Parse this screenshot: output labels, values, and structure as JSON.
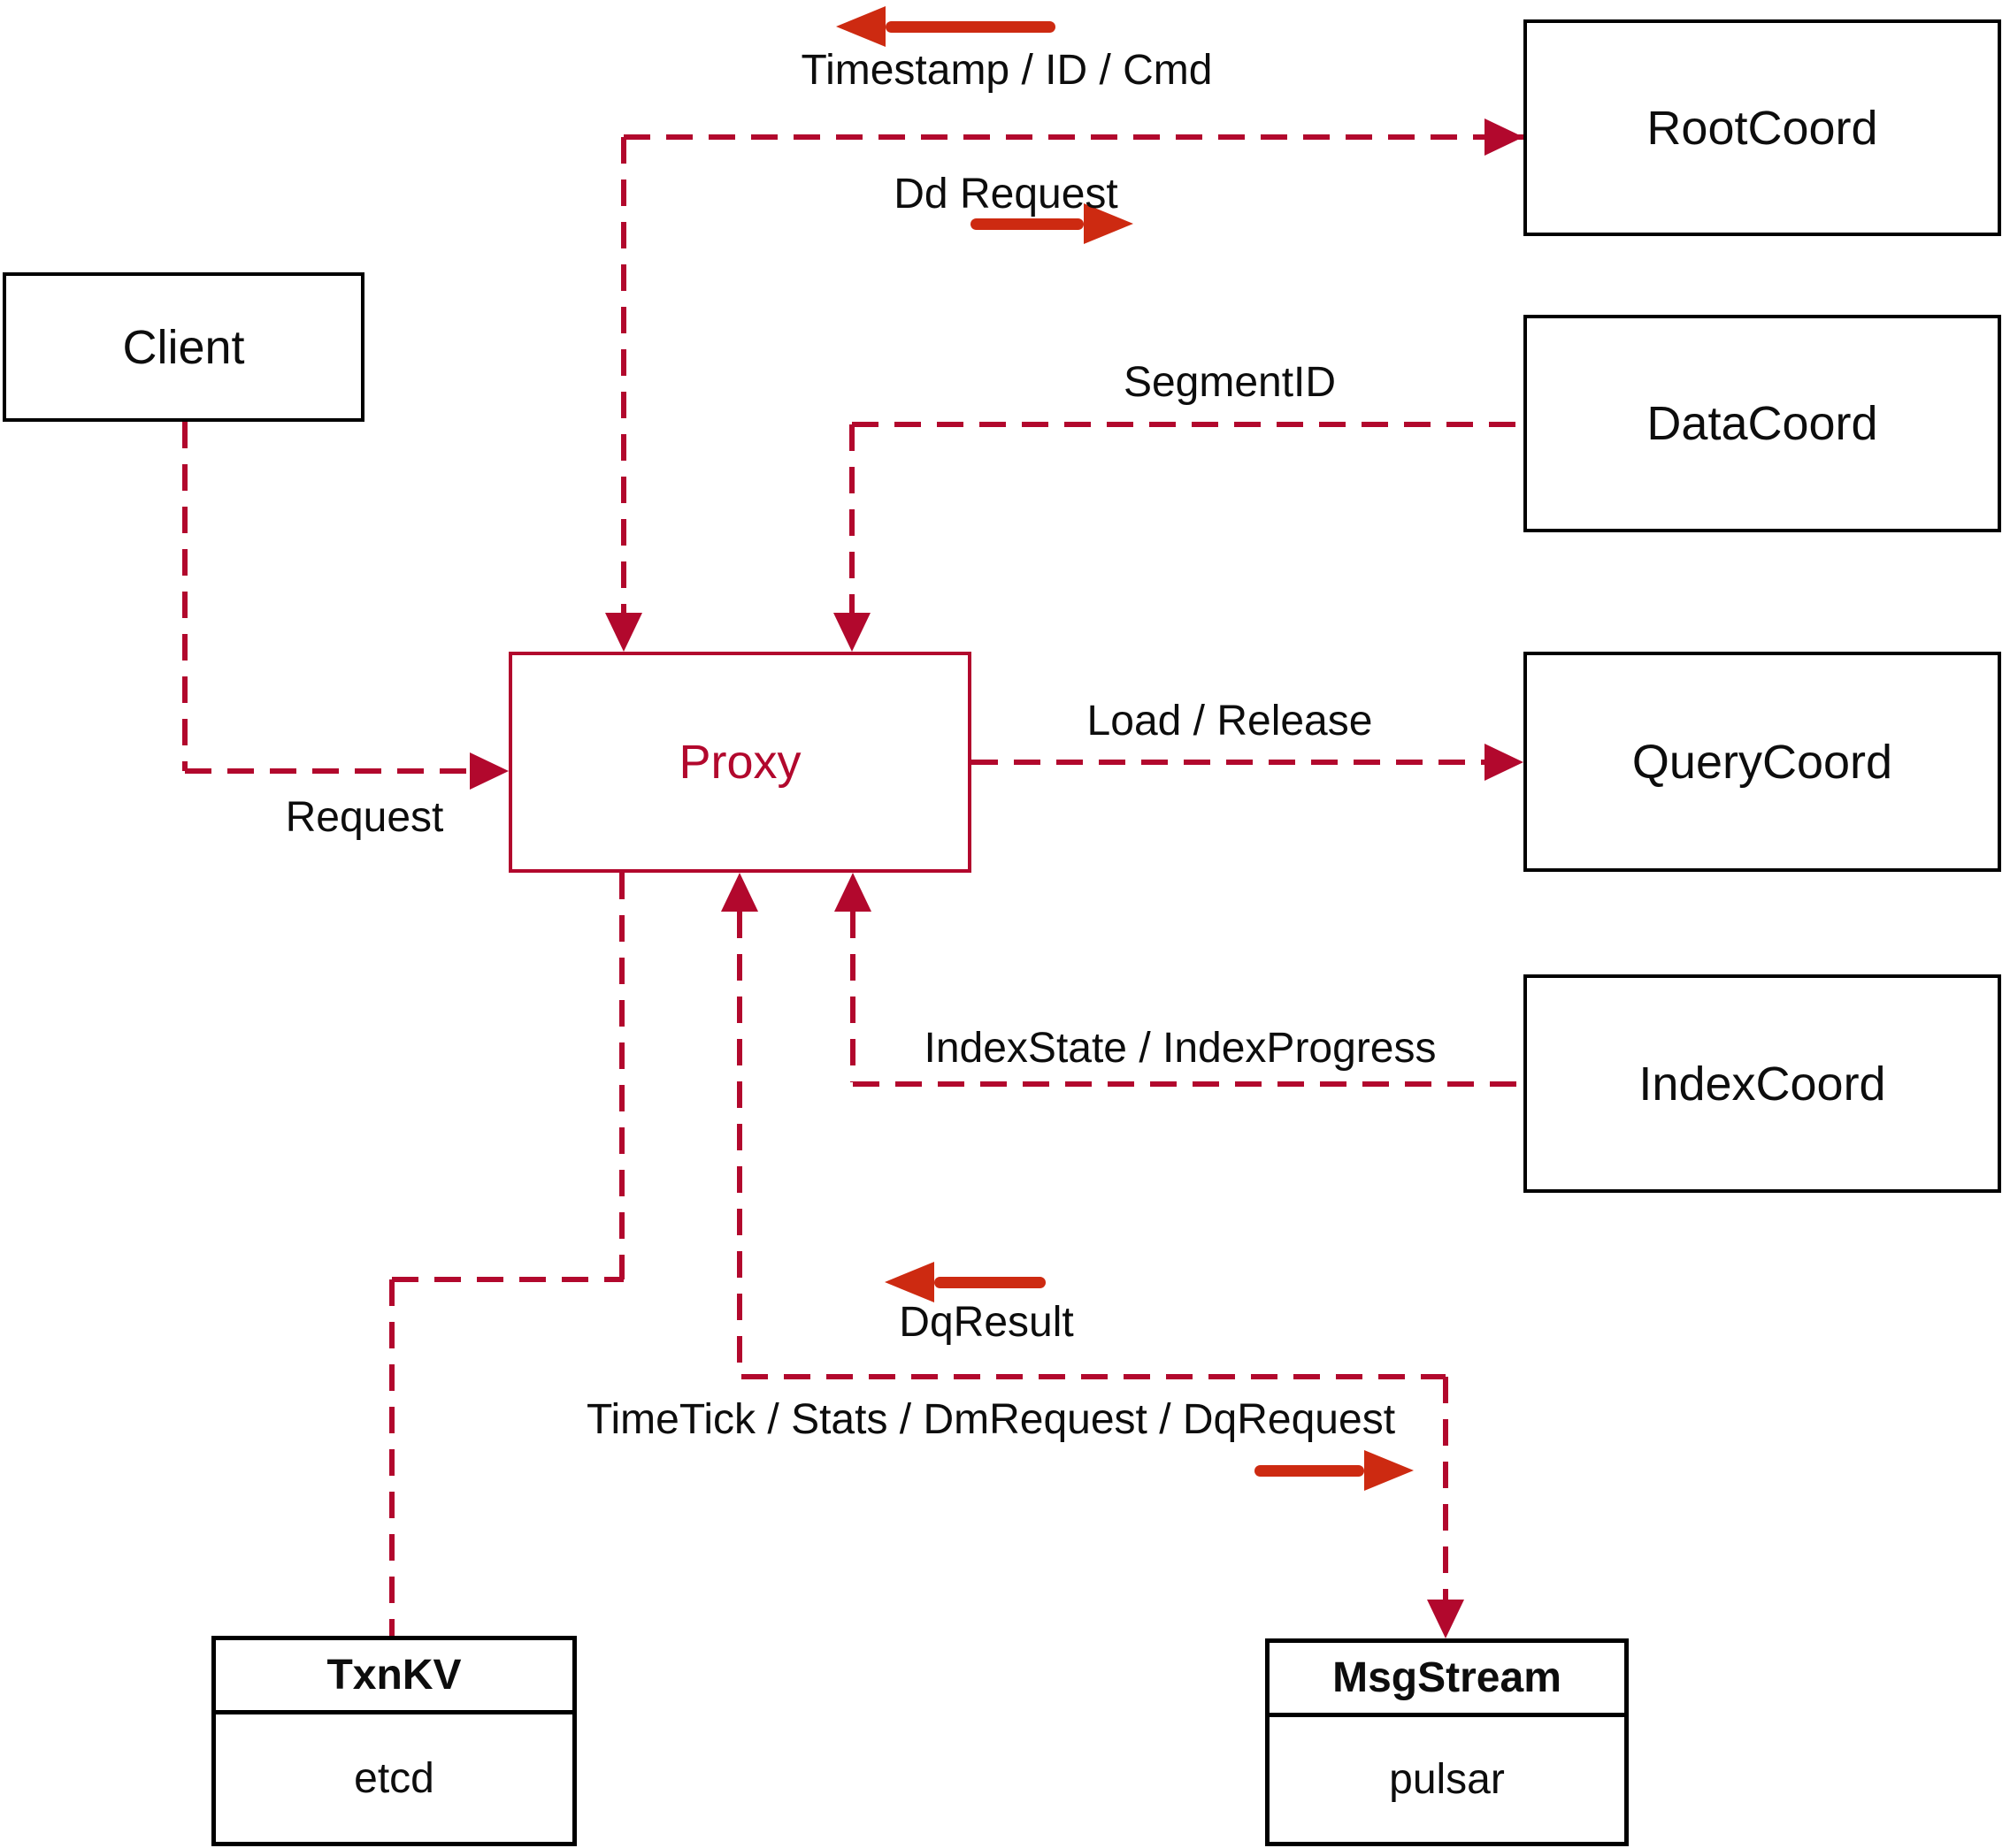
{
  "diagram": {
    "nodes": {
      "client": {
        "label": "Client"
      },
      "proxy": {
        "label": "Proxy"
      },
      "root_coord": {
        "label": "RootCoord"
      },
      "data_coord": {
        "label": "DataCoord"
      },
      "query_coord": {
        "label": "QueryCoord"
      },
      "index_coord": {
        "label": "IndexCoord"
      },
      "txn_kv": {
        "title": "TxnKV",
        "subtitle": "etcd"
      },
      "msg_stream": {
        "title": "MsgStream",
        "subtitle": "pulsar"
      }
    },
    "edge_labels": {
      "timestamp_id_cmd": "Timestamp / ID / Cmd",
      "dd_request": "Dd Request",
      "segment_id": "SegmentID",
      "load_release": "Load / Release",
      "index_state_progress": "IndexState / IndexProgress",
      "request": "Request",
      "dq_result": "DqResult",
      "timetick_stats": "TimeTick / Stats / DmRequest / DqRequest"
    },
    "colors": {
      "dashed_line": "#b2082d",
      "solid_arrow": "#cd2a11",
      "box_border": "#000000",
      "text": "#0d0d0d",
      "proxy_accent": "#b2082d",
      "background": "#ffffff"
    }
  }
}
